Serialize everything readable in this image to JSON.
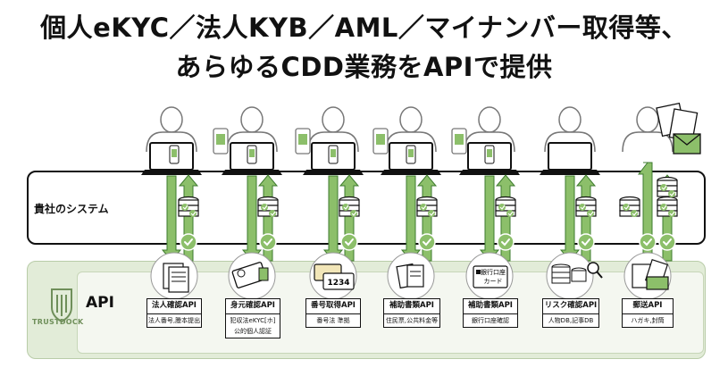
{
  "title": {
    "line1": "個人eKYC／法人KYB／AML／マイナンバー取得等、",
    "line2": "あらゆるCDD業務をAPIで提供"
  },
  "system_label": "貴社のシステム",
  "api_label": "API",
  "brand": "TRUSTDOCK",
  "apis": [
    {
      "title": "法人確認API",
      "sub": "法人番号,謄本提出",
      "extra": ""
    },
    {
      "title": "身元確認API",
      "sub": "犯収法eKYC[ホ]",
      "extra": "公的個人認証"
    },
    {
      "title": "番号取得API",
      "sub": "番号法 準拠",
      "extra": ""
    },
    {
      "title": "補助書類API",
      "sub": "住民票,公共料金等",
      "extra": ""
    },
    {
      "title": "補助書類API",
      "sub": "銀行口座確認",
      "extra": ""
    },
    {
      "title": "リスク確認API",
      "sub": "人物DB,記事DB",
      "extra": ""
    },
    {
      "title": "郵送API",
      "sub": "ハガキ,封筒",
      "extra": ""
    }
  ],
  "illustrations": {
    "number_card": "1234",
    "bank_card_line1": "銀行口座",
    "bank_card_line2": "カード"
  },
  "colors": {
    "green": "#8cbf6a",
    "green_dark": "#3e7b2f",
    "api_bg": "#e2ecd8",
    "text": "#111111"
  }
}
